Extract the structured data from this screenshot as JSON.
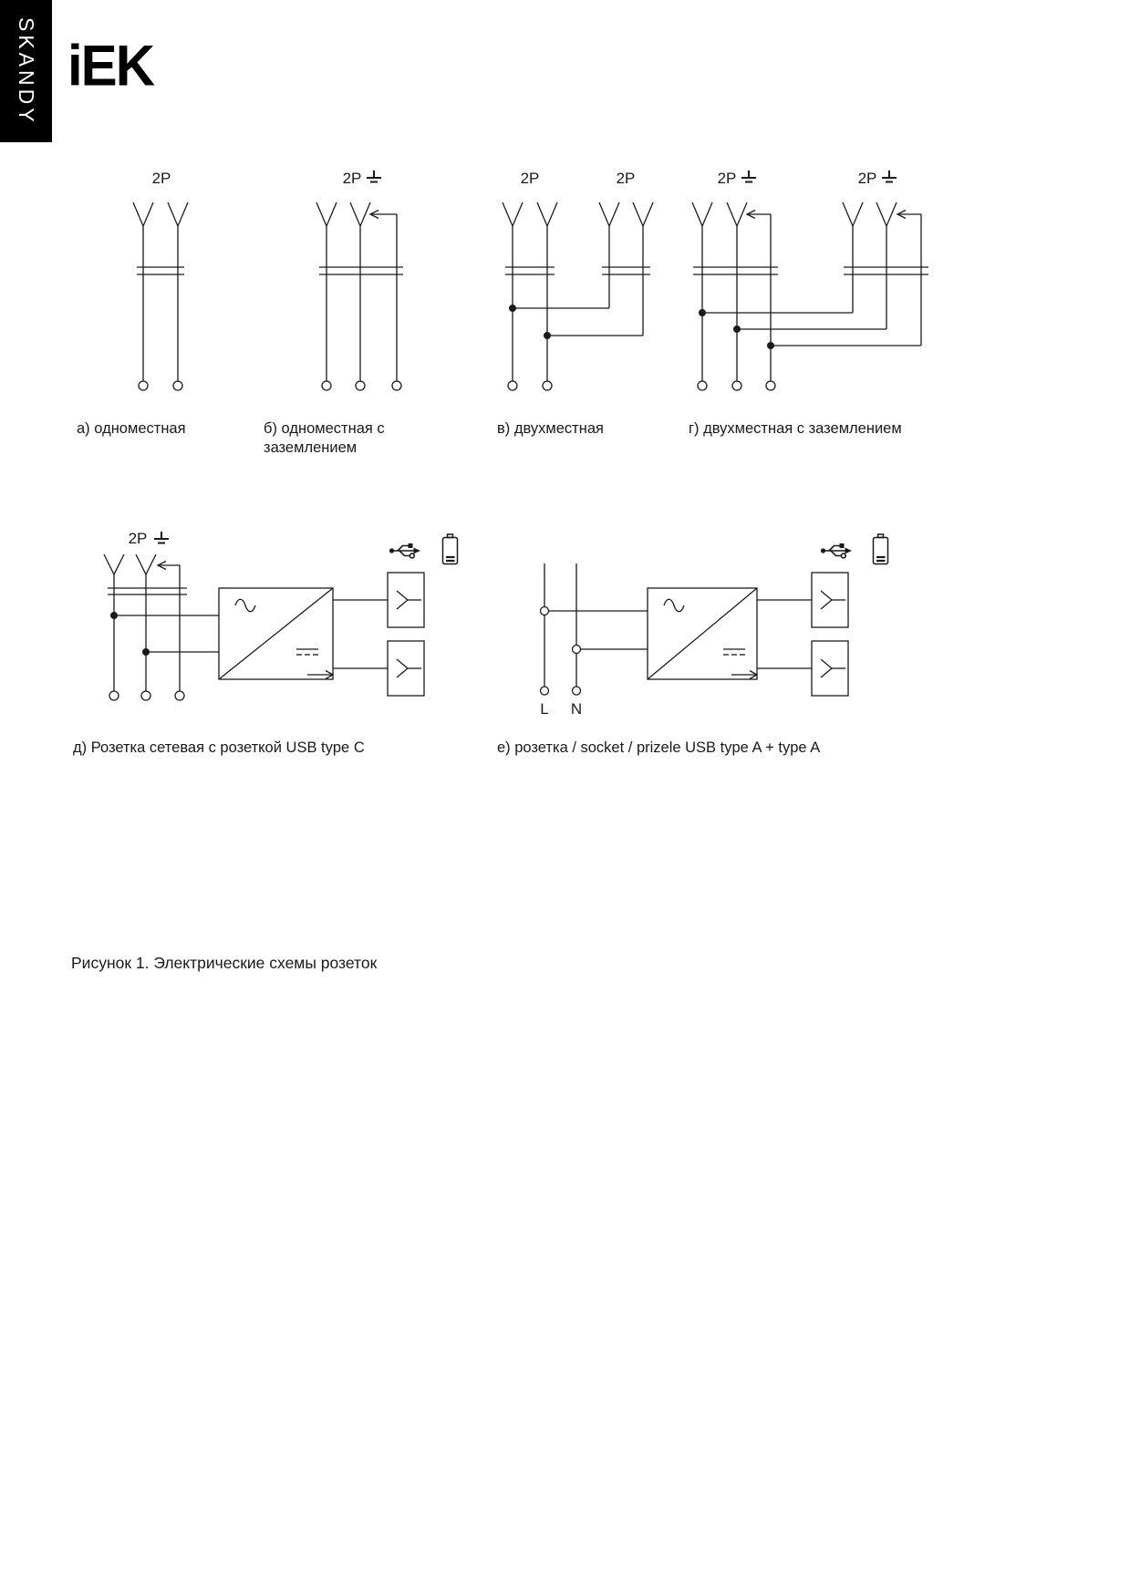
{
  "brand": {
    "tab_label": "SKANDY",
    "logo_text": "iEK"
  },
  "diagrams": {
    "a": {
      "pole_label": "2P",
      "caption": "а) одноместная"
    },
    "b": {
      "pole_label": "2P",
      "caption": "б) одноместная с\nзаземлением"
    },
    "v": {
      "pole_label_left": "2P",
      "pole_label_right": "2P",
      "caption": "в) двухместная"
    },
    "g": {
      "pole_label_left": "2P",
      "pole_label_right": "2P",
      "caption": "г) двухместная с заземлением"
    },
    "d": {
      "pole_label": "2P",
      "caption": "д) Розетка сетевая с розеткой USB type C"
    },
    "e": {
      "line_label": "L",
      "neutral_label": "N",
      "caption": "е) розетка / socket / prizele USB type A + type A"
    }
  },
  "figure": {
    "caption": "Рисунок 1. Электрические схемы розеток"
  },
  "colors": {
    "line": "#1a1a1a",
    "tab_bg": "#000000"
  }
}
